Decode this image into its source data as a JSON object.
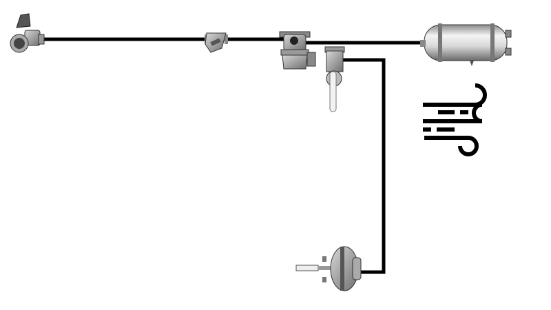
{
  "diagram": {
    "components": [
      {
        "id": "coupling-head",
        "icon": "glad-hand-coupling-icon"
      },
      {
        "id": "line-filter",
        "icon": "inline-filter-icon"
      },
      {
        "id": "relay-valve",
        "icon": "relay-valve-icon"
      },
      {
        "id": "shutoff-valve",
        "icon": "drain-valve-icon"
      },
      {
        "id": "air-reservoir",
        "icon": "air-tank-icon"
      },
      {
        "id": "brake-chamber",
        "icon": "brake-chamber-icon"
      },
      {
        "id": "air-flow",
        "icon": "wind-icon"
      }
    ],
    "colors": {
      "pipe": "#000000",
      "metal": "#b8b8b8",
      "metal_dark": "#6e6e6e"
    }
  }
}
